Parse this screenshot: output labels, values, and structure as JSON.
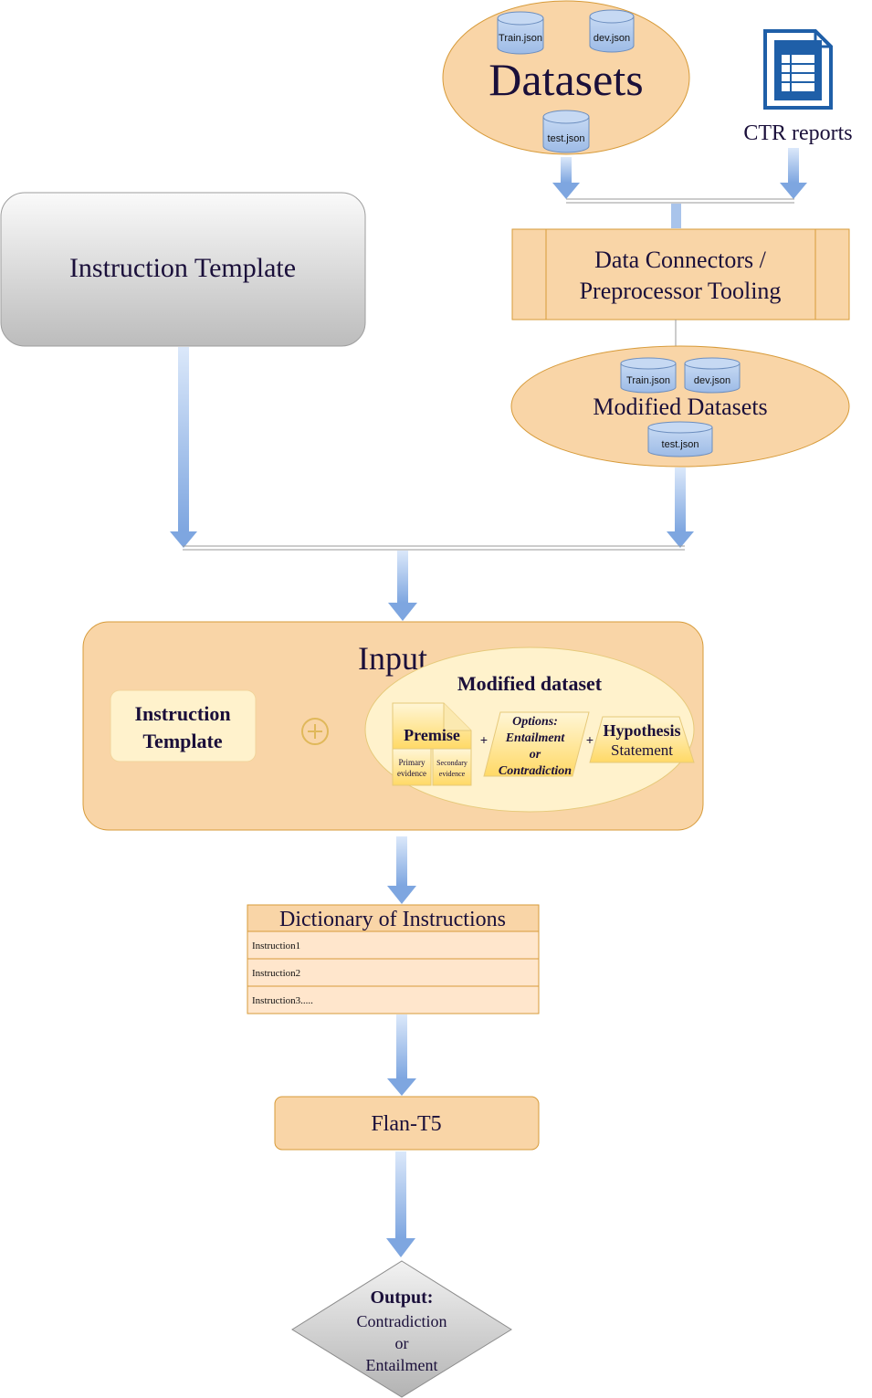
{
  "datasets": {
    "title": "Datasets",
    "files": [
      "Train.json",
      "dev.json",
      "test.json"
    ]
  },
  "ctr": {
    "label": "CTR reports"
  },
  "instruction_template_box": {
    "label": "Instruction Template"
  },
  "connectors": {
    "line1": "Data Connectors /",
    "line2": "Preprocessor Tooling"
  },
  "modified_datasets": {
    "title": "Modified Datasets",
    "files": [
      "Train.json",
      "dev.json",
      "test.json"
    ]
  },
  "input": {
    "title": "Input",
    "instruction_template": {
      "line1": "Instruction",
      "line2": "Template"
    },
    "modified_dataset": {
      "title": "Modified dataset",
      "premise": "Premise",
      "primary": {
        "line1": "Primary",
        "line2": "evidence"
      },
      "secondary": {
        "line1": "Secondary",
        "line2": "evidence"
      },
      "plus": "+",
      "options": {
        "label": "Options:",
        "line1": "Entailment",
        "line2": "or",
        "line3": "Contradiction"
      },
      "hypothesis": {
        "line1": "Hypothesis",
        "line2": "Statement"
      }
    }
  },
  "dictionary": {
    "title": "Dictionary of Instructions",
    "rows": [
      "Instruction1",
      "Instruction2",
      "Instruction3....."
    ]
  },
  "model": {
    "label": "Flan-T5"
  },
  "output": {
    "label": "Output:",
    "line1": "Contradiction",
    "line2": "or",
    "line3": "Entailment"
  },
  "colors": {
    "orange_fill": "#f9d5a7",
    "orange_stroke": "#d79b3a",
    "light_fill": "#fff2cc",
    "blue_arrow": "#7ea6e0",
    "cylinder": "#a9c4eb",
    "gray_dark": "#bdbdbd",
    "ctr_icon": "#1f5fa8"
  }
}
